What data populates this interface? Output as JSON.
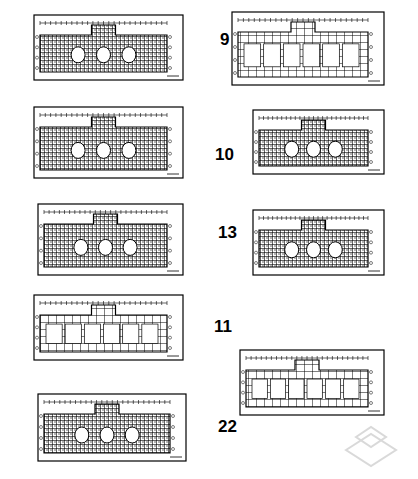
{
  "diagram": {
    "labels": [
      "9",
      "10",
      "13",
      "11",
      "22"
    ]
  }
}
